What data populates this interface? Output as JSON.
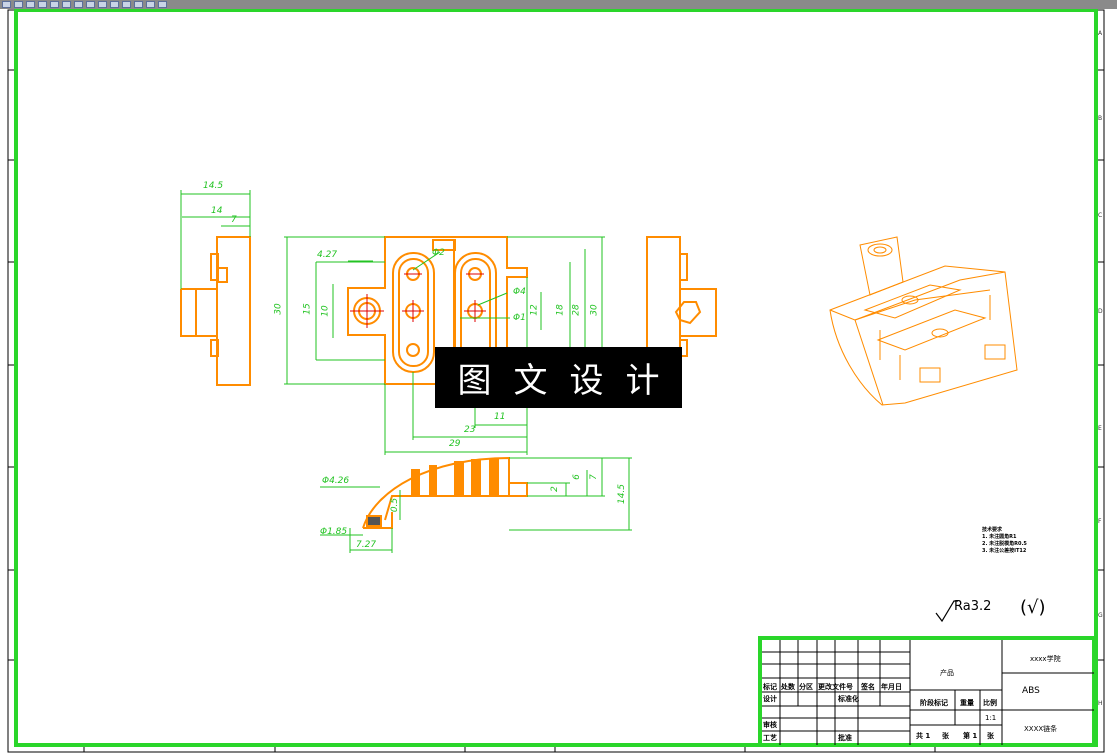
{
  "watermark": {
    "text": "图文设计"
  },
  "dimensions": {
    "side_left": [
      "14.5",
      "14",
      "7"
    ],
    "front": [
      "4.27",
      "30",
      "15",
      "10",
      "Φ2",
      "Φ4",
      "Φ1",
      "12",
      "18",
      "28",
      "30",
      "11",
      "23",
      "29"
    ],
    "section": [
      "Φ4.26",
      "2",
      "6",
      "7",
      "14.5",
      "0.5",
      "Φ1.85",
      "7.27"
    ]
  },
  "border": {
    "right_letters": [
      "A",
      "B",
      "C",
      "D",
      "E",
      "F",
      "G",
      "H"
    ]
  },
  "technical_requirements": {
    "title": "技术要求",
    "items": [
      "1. 未注圆角R1",
      "2. 未注脱模角R0.5",
      "3. 未注公差按IT12"
    ]
  },
  "roughness": {
    "symbol_text": "Ra3.2",
    "bracket_text": "(√)"
  },
  "title_block": {
    "product_label": "产品",
    "school": "xxxx学院",
    "material": "ABS",
    "drawing_name": "XXXX链条",
    "scale": "1:1",
    "headers": [
      "标记",
      "处数",
      "分区",
      "更改文件号",
      "签名",
      "年月日"
    ],
    "stage_mark": "阶段标记",
    "weight": "重量",
    "scale_label": "比例",
    "design": "设计",
    "standardize": "标准化",
    "review": "审核",
    "process": "工艺",
    "approve": "批准",
    "total": "共 1",
    "sheets_total": "张",
    "page": "第 1",
    "sheets_page": "张"
  },
  "colors": {
    "part": "#ff8c00",
    "dimension": "#22c322",
    "frame": "#2ad62a",
    "center": "#e00000"
  }
}
